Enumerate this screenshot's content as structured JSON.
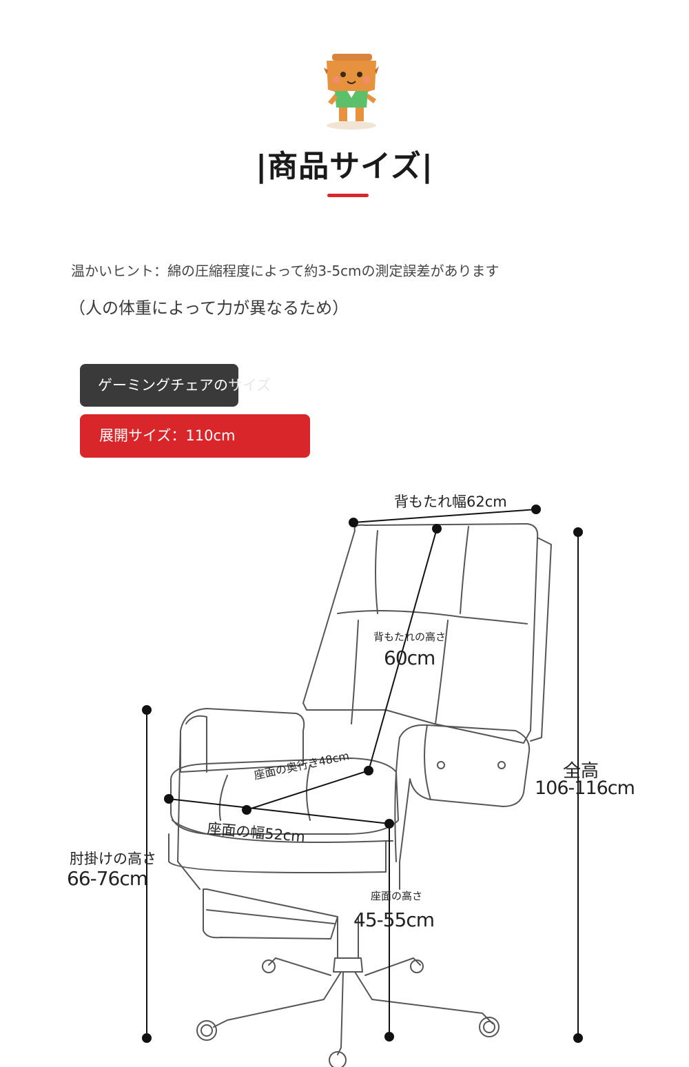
{
  "header": {
    "mascot_icon": "tree-stump-mascot-icon",
    "title": "|商品サイズ|",
    "accent_color": "#d9262c"
  },
  "hints": {
    "line1": "温かいヒント：綿の圧縮程度によって約3-5cmの測定誤差があります",
    "line2": "（人の体重によって力が異なるため）"
  },
  "badges": {
    "chair_size_label": "ゲーミングチェアの",
    "chair_size_label_faded": "サイズ",
    "expanded_size_label": "展開サイズ：110cm",
    "dark_color": "#3a3a3a",
    "red_color": "#d8262b"
  },
  "dimensions": {
    "backrest_width": "背もたれ幅62cm",
    "backrest_height_label": "背もたれの高さ",
    "backrest_height_value": "60cm",
    "seat_depth": "座面の奥行き48cm",
    "seat_width": "座面の幅52cm",
    "total_height_label": "全高",
    "total_height_value": "106-116cm",
    "armrest_height_label": "肘掛けの高さ",
    "armrest_height_value": "66-76cm",
    "seat_height_label": "座面の高さ",
    "seat_height_value": "45-55cm"
  }
}
